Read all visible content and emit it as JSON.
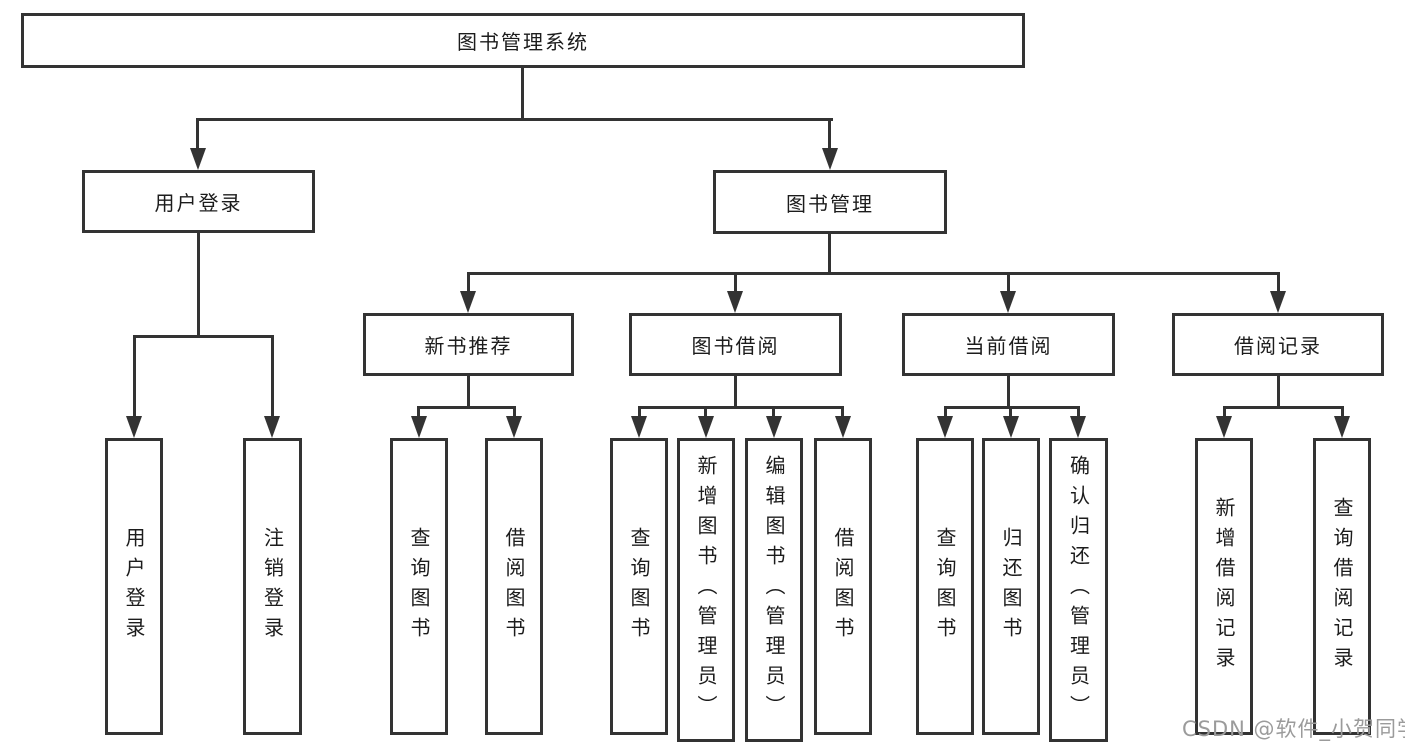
{
  "diagram": {
    "root": {
      "label": "图书管理系统"
    },
    "level2": [
      {
        "label": "用户登录"
      },
      {
        "label": "图书管理"
      }
    ],
    "level3": [
      {
        "label": "新书推荐"
      },
      {
        "label": "图书借阅"
      },
      {
        "label": "当前借阅"
      },
      {
        "label": "借阅记录"
      }
    ],
    "leaves": {
      "login": [
        "用户登录",
        "注销登录"
      ],
      "newbook": [
        "查询图书",
        "借阅图书"
      ],
      "borrow": [
        "查询图书",
        "新增图书（管理员）",
        "编辑图书（管理员）",
        "借阅图书"
      ],
      "current": [
        "查询图书",
        "归还图书",
        "确认归还（管理员）"
      ],
      "records": [
        "新增借阅记录",
        "查询借阅记录"
      ]
    },
    "watermark": "CSDN @软件_小贺同学",
    "colors": {
      "line": "#333333",
      "text": "#1c1c1c",
      "watermark": "#9b9b9b",
      "background": "#ffffff"
    }
  }
}
